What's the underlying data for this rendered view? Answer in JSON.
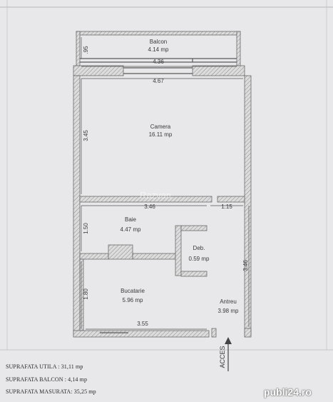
{
  "rooms": {
    "balcon": {
      "name": "Balcon",
      "area": "4.14 mp"
    },
    "camera": {
      "name": "Camera",
      "area": "16.11 mp"
    },
    "baie": {
      "name": "Baie",
      "area": "4.47 mp"
    },
    "deb": {
      "name": "Deb.",
      "area": "0.59 mp"
    },
    "bucatarie": {
      "name": "Bucatarie",
      "area": "5.96 mp"
    },
    "antreu": {
      "name": "Antreu",
      "area": "3.98 mp"
    }
  },
  "dimensions": {
    "balcon_height": ".95",
    "balcon_width": "4.36",
    "camera_width": "4.67",
    "camera_height": "3.45",
    "baie_width": "3.46",
    "antreu_width": "1.15",
    "baie_height": "1.50",
    "bucatarie_height": "1.80",
    "bucatarie_width": "3.55",
    "antreu_height": "3.46"
  },
  "watermark_center": "Razvan",
  "acces_label": "ACCES",
  "summary": {
    "utila": "SUPRAFATA UTILA : 31,11  mp",
    "balcon": "SUPRAFATA BALCON : 4,14 mp",
    "masurata": "SUPRAFATA MASURATA: 35,25 mp"
  },
  "site_watermark": "publi24.ro"
}
